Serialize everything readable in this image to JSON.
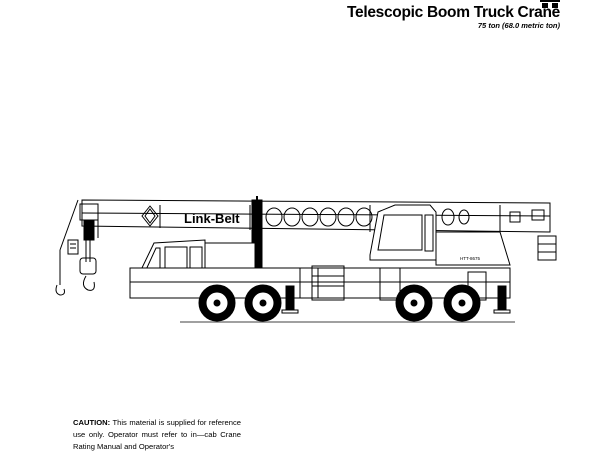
{
  "header": {
    "title": "Telescopic Boom Truck Crane",
    "subtitle": "75 ton (68.0 metric ton)"
  },
  "crane": {
    "brand": "Link-Belt",
    "model_tag": "HTT-8675"
  },
  "caution": {
    "label": "CAUTION:",
    "text": "This material is supplied for reference use only. Operator must refer to in—cab Crane Rating Manual and Operator's"
  }
}
